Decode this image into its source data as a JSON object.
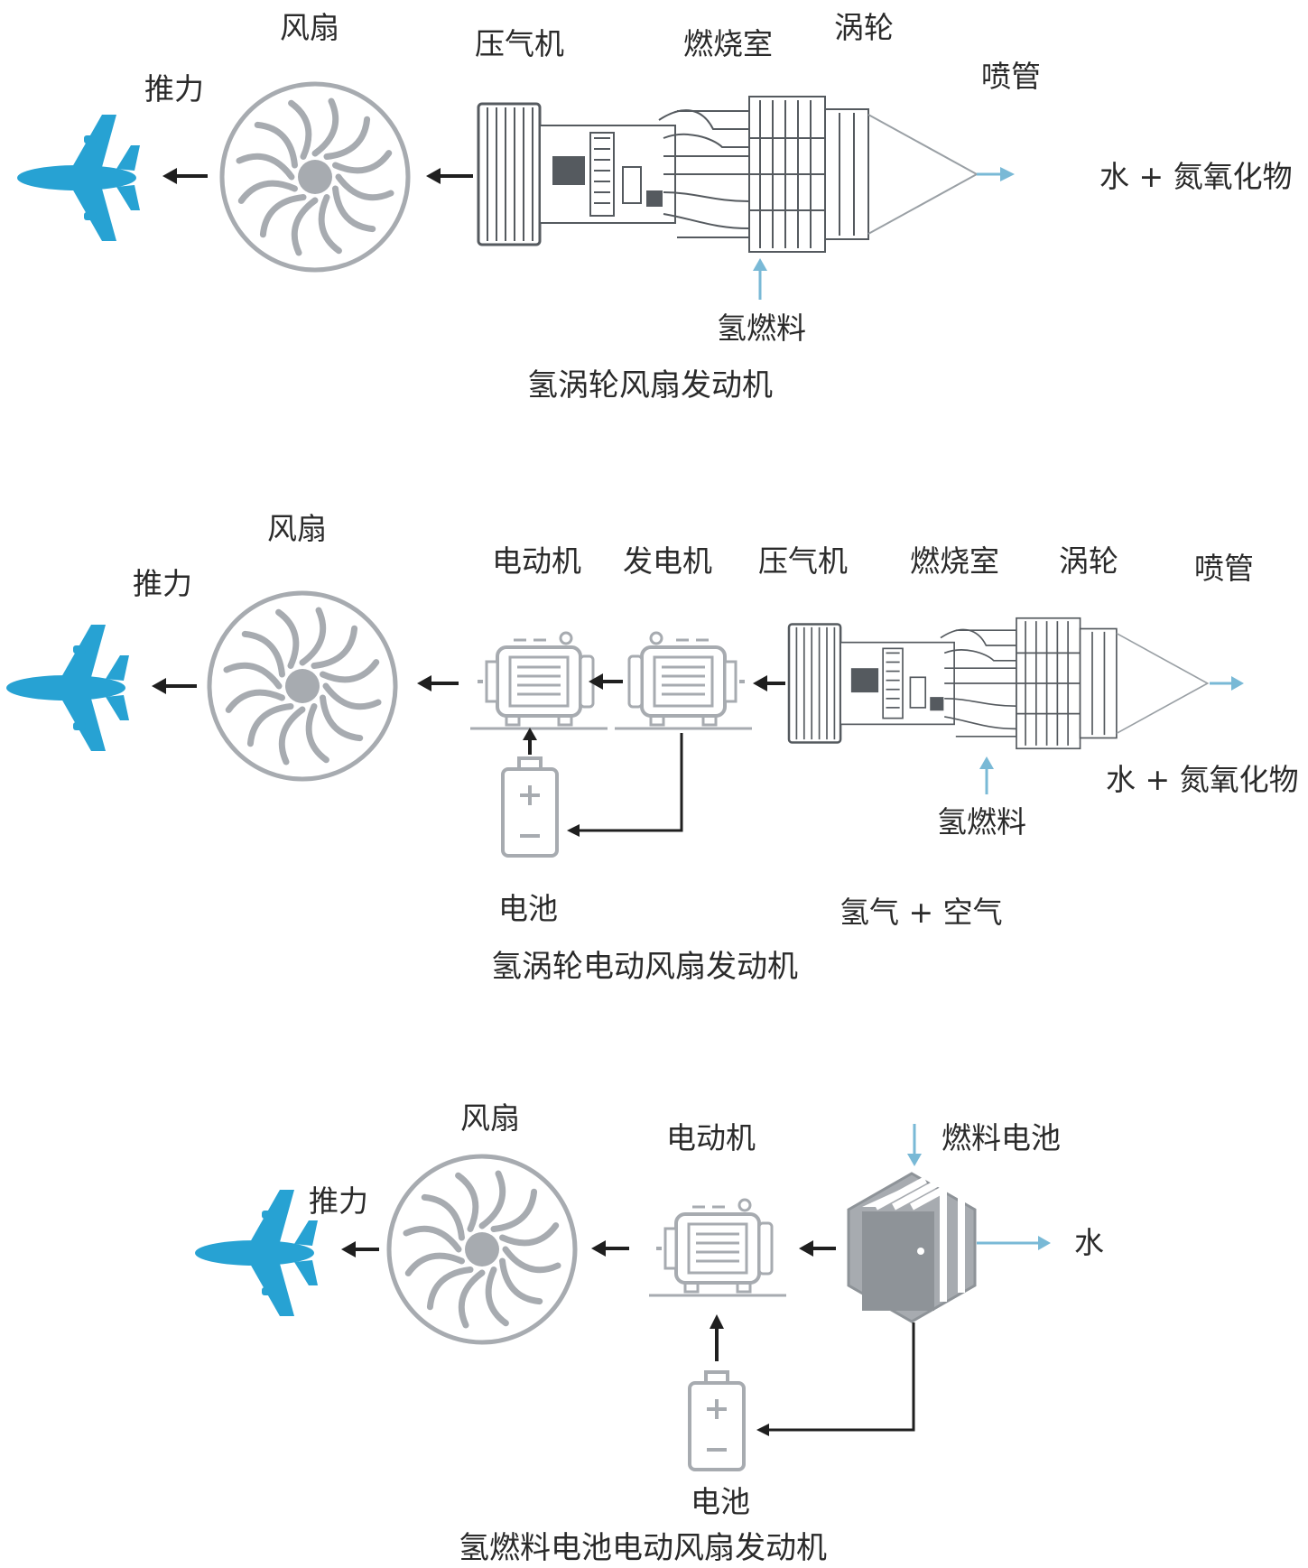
{
  "colors": {
    "plane": "#27a2d3",
    "component": "#a7abb0",
    "component_dark": "#555a5f",
    "flow_arrow": "#1f1f1f",
    "outlet_arrow": "#79b9d6",
    "text": "#2a2a2a"
  },
  "icons": [
    "airplane-icon",
    "fan-icon",
    "jet-engine-core-icon",
    "electric-motor-icon",
    "generator-icon",
    "battery-icon",
    "fuel-cell-icon",
    "arrow-icon"
  ],
  "diagrams": [
    {
      "caption": "氢涡轮风扇发动机",
      "labels": {
        "thrust": "推力",
        "fan": "风扇",
        "compressor": "压气机",
        "combustor": "燃烧室",
        "turbine": "涡轮",
        "nozzle": "喷管",
        "exhaust": "水 + 氮氧化物",
        "fuel": "氢燃料"
      }
    },
    {
      "caption": "氢涡轮电动风扇发动机",
      "labels": {
        "thrust": "推力",
        "fan": "风扇",
        "motor": "电动机",
        "generator": "发电机",
        "compressor": "压气机",
        "combustor": "燃烧室",
        "turbine": "涡轮",
        "nozzle": "喷管",
        "exhaust": "水 + 氮氧化物",
        "fuel": "氢燃料",
        "battery": "电池",
        "intake": "氢气 + 空气"
      }
    },
    {
      "caption": "氢燃料电池电动风扇发动机",
      "labels": {
        "thrust": "推力",
        "fan": "风扇",
        "motor": "电动机",
        "fuel_cell": "燃料电池",
        "water": "水",
        "battery": "电池"
      }
    }
  ]
}
